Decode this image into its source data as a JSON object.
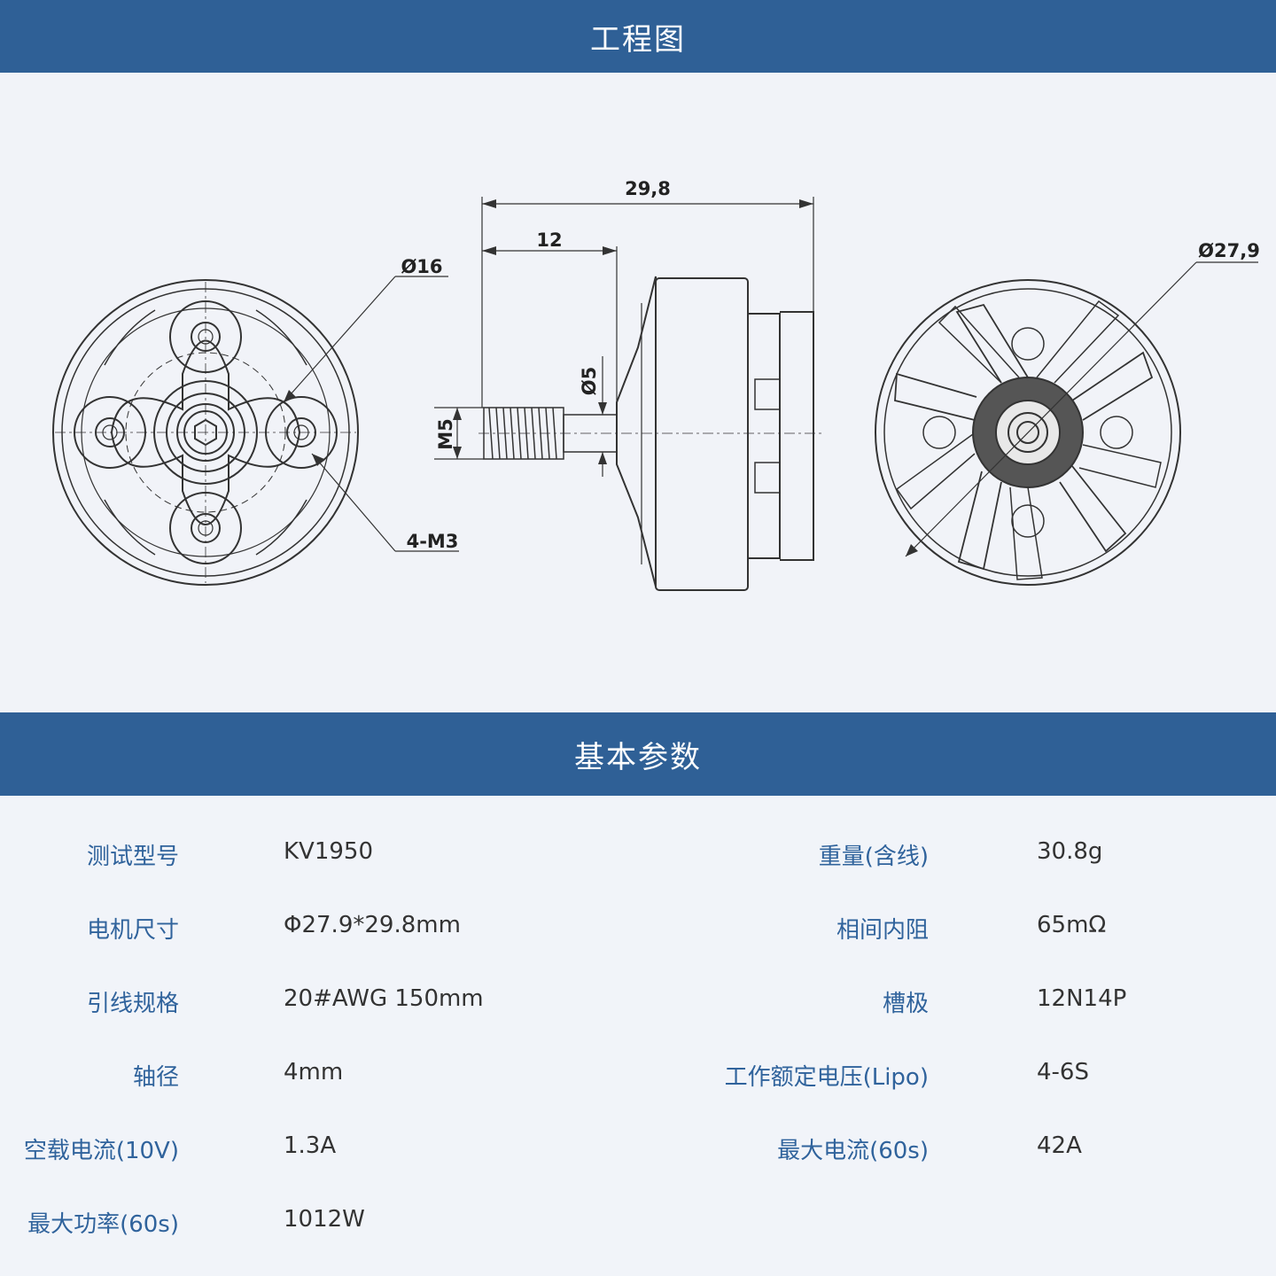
{
  "sections": {
    "drawing_title": "工程图",
    "params_title": "基本参数"
  },
  "drawing": {
    "dim_length": "29,8",
    "dim_shaft_length": "12",
    "dim_left_diameter": "Ø16",
    "dim_right_diameter": "Ø27,9",
    "dim_shaft_diameter": "Ø5",
    "dim_thread": "M5",
    "dim_holes": "4-M3"
  },
  "params": [
    {
      "label": "测试型号",
      "value": "KV1950",
      "label2": "重量(含线)",
      "value2": "30.8g"
    },
    {
      "label": "电机尺寸",
      "value": "Φ27.9*29.8mm",
      "label2": "相间内阻",
      "value2": "65mΩ"
    },
    {
      "label": "引线规格",
      "value": "20#AWG 150mm",
      "label2": "槽极",
      "value2": "12N14P"
    },
    {
      "label": "轴径",
      "value": "4mm",
      "label2": "工作额定电压(Lipo)",
      "value2": "4-6S"
    },
    {
      "label": "空载电流(10V)",
      "value": "1.3A",
      "label2": "最大电流(60s)",
      "value2": "42A"
    },
    {
      "label": "最大功率(60s)",
      "value": "1012W"
    }
  ],
  "colors": {
    "banner": "#2f6096",
    "label": "#30639c",
    "value": "#333333",
    "background": "#eef1f7"
  }
}
